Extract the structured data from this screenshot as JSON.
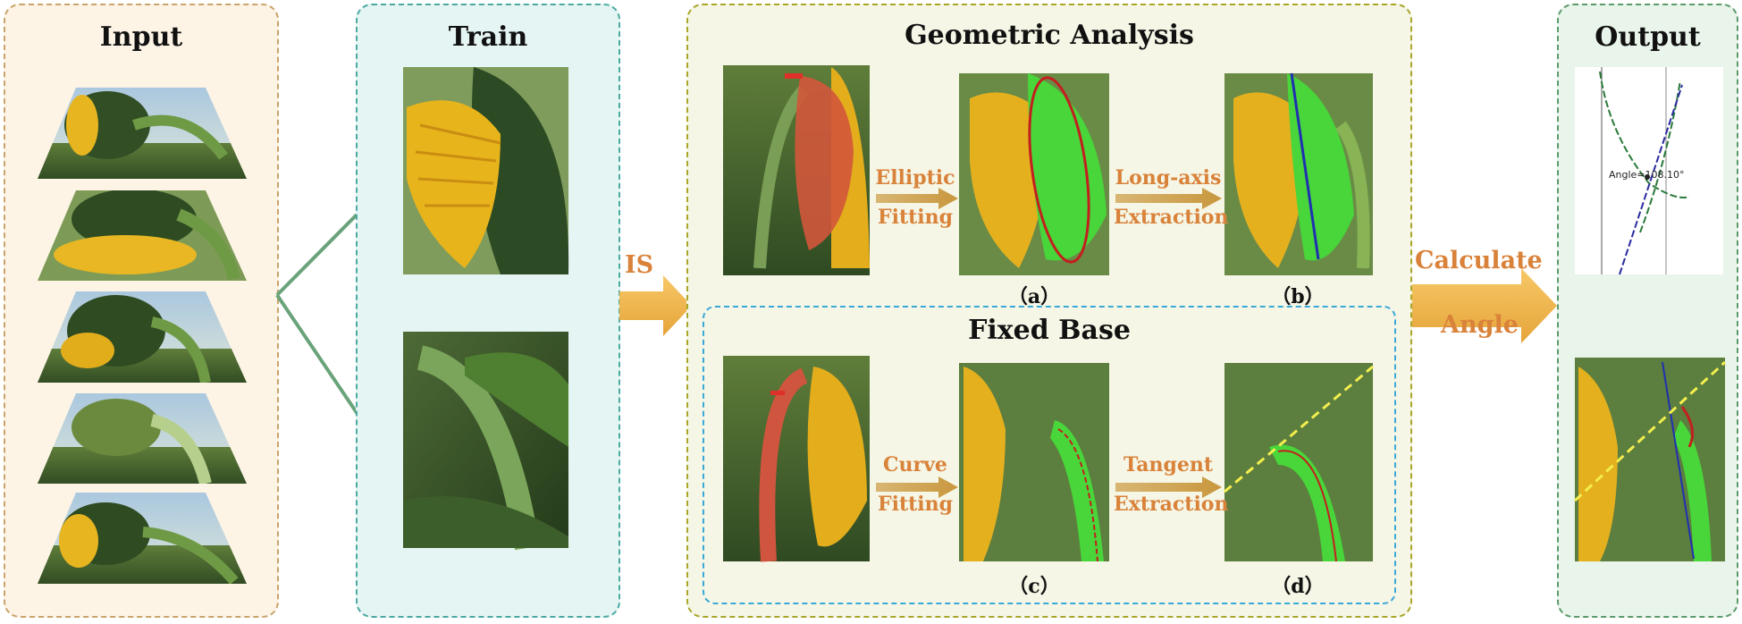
{
  "panels": {
    "input": {
      "title": "Input"
    },
    "train": {
      "title": "Train"
    },
    "geometric": {
      "title": "Geometric Analysis"
    },
    "fixed_base": {
      "title": "Fixed Base"
    },
    "output": {
      "title": "Output"
    }
  },
  "arrows": {
    "is_label": "IS",
    "calculate_label": "Calculate",
    "angle_label": "Angle"
  },
  "steps": {
    "elliptic": [
      "Elliptic",
      "Fitting"
    ],
    "long_axis": [
      "Long-axis",
      "Extraction"
    ],
    "curve": [
      "Curve",
      "Fitting"
    ],
    "tangent": [
      "Tangent",
      "Extraction"
    ]
  },
  "captions": {
    "a": "（a）",
    "b": "（b）",
    "c": "（c）",
    "d": "（d）"
  },
  "output_plot": {
    "angle_label": "Angle=108.10°"
  },
  "colors": {
    "input_bg": "#fdf4e6",
    "input_border": "#caa36a",
    "train_bg": "#e5f5f4",
    "train_border": "#4aa9a2",
    "analysis_bg": "#f5f6e5",
    "analysis_border": "#a9a62a",
    "fixed_border": "#3aa8d8",
    "output_bg": "#e9f4ea",
    "output_border": "#5b9a6a",
    "accent_orange": "#d9823a",
    "arrow_fill": "#f2b64c"
  }
}
